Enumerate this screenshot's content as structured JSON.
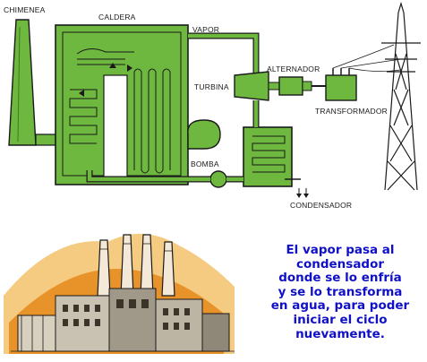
{
  "labels": {
    "chimenea": "CHIMENEA",
    "caldera": "CALDERA",
    "vapor": "VAPOR",
    "alternador": "ALTERNADOR",
    "turbina": "TURBINA",
    "transformador": "TRANSFORMADOR",
    "bomba": "BOMBA",
    "condensador": "CONDENSADOR"
  },
  "caption": {
    "lines": [
      "El vapor pasa al",
      "condensador",
      "donde se lo enfría",
      "y se lo transforma",
      "en agua, para poder",
      "iniciar el ciclo",
      "nuevamente."
    ]
  },
  "colors": {
    "plant_green": "#6fb83f",
    "outline": "#1a1a1a",
    "caption_blue": "#1010c8",
    "factory_orange": "#e58a1a"
  },
  "icons": {
    "tower": "power-line-tower-icon",
    "factory": "power-plant-illustration"
  }
}
